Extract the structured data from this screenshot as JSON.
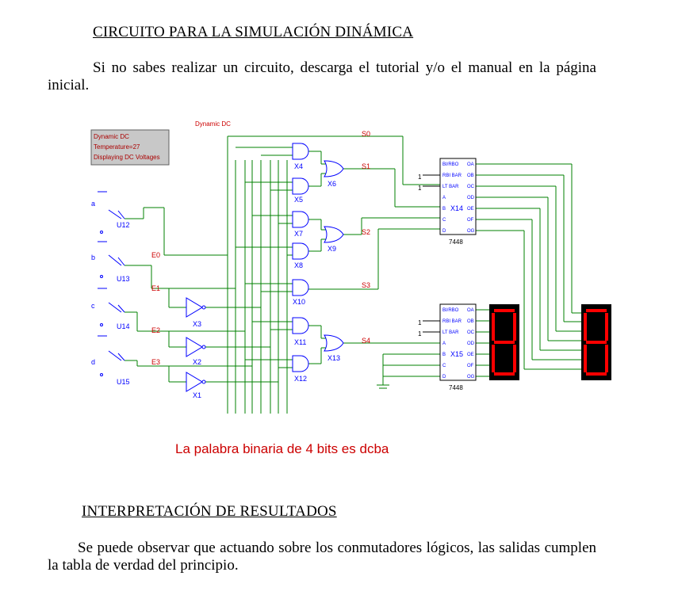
{
  "section1": {
    "heading": "CIRCUITO PARA LA SIMULACIÓN DINÁMICA",
    "paragraph": "Si no sabes realizar un circuito, descarga el tutorial y/o el manual en la página inicial."
  },
  "figure": {
    "infobox_lines": [
      "Dynamic DC",
      "Temperature=27",
      "Displaying DC Voltages"
    ],
    "mode_label": "Dynamic DC",
    "switch_letters": [
      "a",
      "b",
      "c",
      "d"
    ],
    "switches": [
      "U12",
      "U13",
      "U14",
      "U15"
    ],
    "inputs": [
      "E0",
      "E1",
      "E2",
      "E3"
    ],
    "inverters": [
      "X3",
      "X2",
      "X1"
    ],
    "and_gates": [
      "X4",
      "X5",
      "X7",
      "X8",
      "X10",
      "X11",
      "X12"
    ],
    "or_gates": [
      "X6",
      "X9",
      "X13"
    ],
    "outputs": [
      "S0",
      "S1",
      "S2",
      "S3",
      "S4"
    ],
    "decoder_part": "7448",
    "decoder_refs": [
      "X14",
      "X15"
    ],
    "decoder_left_pins": [
      "BI/RBO",
      "RBI BAR",
      "LT BAR",
      "A",
      "B",
      "C",
      "D"
    ],
    "decoder_right_pins": [
      "OA",
      "OB",
      "OC",
      "OD",
      "OE",
      "OF",
      "OG"
    ],
    "const_one": "1",
    "caption": "La palabra binaria de 4 bits es dcba",
    "colors": {
      "wire": "#008000",
      "part": "#0000ff",
      "net_label": "#cc0000",
      "display_bg": "#000000",
      "segment": "#ff0000"
    }
  },
  "section2": {
    "heading": "INTERPRETACIÓN DE RESULTADOS",
    "paragraph": "Se puede observar que actuando sobre los conmutadores lógicos, las salidas cumplen la tabla de verdad del principio."
  }
}
